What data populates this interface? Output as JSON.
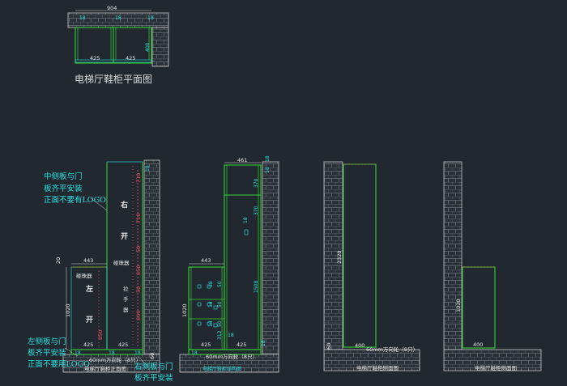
{
  "plan": {
    "title": "电梯厅鞋柜平面图",
    "dims": {
      "top": "904",
      "w1": "18",
      "w2": "18",
      "w3": "18",
      "b1": "425",
      "b2": "425",
      "depth": "400"
    }
  },
  "front": {
    "notes": {
      "mid": [
        "中侧板与门",
        "板齐平安装",
        "正面不要有LOGO"
      ],
      "left": [
        "左侧板与门",
        "板齐平安装",
        "正面不要用LOGO"
      ],
      "right": [
        "右侧板与门",
        "板齐平安装"
      ]
    },
    "door_right": [
      "右",
      "开"
    ],
    "door_left": [
      "左",
      "开"
    ],
    "labels": {
      "bracket": "碰珠器",
      "handle": [
        "拉",
        "手",
        "器"
      ]
    },
    "dims": {
      "left_width": "443",
      "left_h": "1020",
      "left_top": "20",
      "b1": "425",
      "b2": "425",
      "b3": "18",
      "b4": "18",
      "b5": "18",
      "bottom_gap": "60",
      "side": "18",
      "red": [
        "710",
        "710",
        "50",
        "850",
        "50",
        "800",
        "850"
      ]
    },
    "caster": "60mm万向轮（8只）",
    "caption": "电梯厅鞋柜正面图"
  },
  "structure": {
    "dims": {
      "top": "461",
      "t1": "18",
      "t2": "18",
      "t3": "370",
      "t4": "370",
      "t5": "18",
      "left_w": "443",
      "h1": "1020",
      "h2": "1508",
      "h3": "312",
      "s1": "18",
      "s2": "50",
      "s3": "18",
      "s4": "50",
      "s5": "50",
      "s6": "18",
      "b1": "425",
      "b2": "425",
      "b3": "18",
      "b4": "18",
      "b5": "18"
    },
    "caster": "60mm万向轮（8只）",
    "caption": "电梯厅鞋柜结构图"
  },
  "side_a": {
    "dims": {
      "h": "2320",
      "bottom": "400",
      "gap": "60"
    },
    "caster": "60mm万向轮（8只）",
    "caption": "电梯厅鞋柜侧面图"
  },
  "side_b": {
    "dims": {
      "h": "1020",
      "bottom": "400"
    },
    "caption": "电梯厅鞋柜侧面图"
  }
}
